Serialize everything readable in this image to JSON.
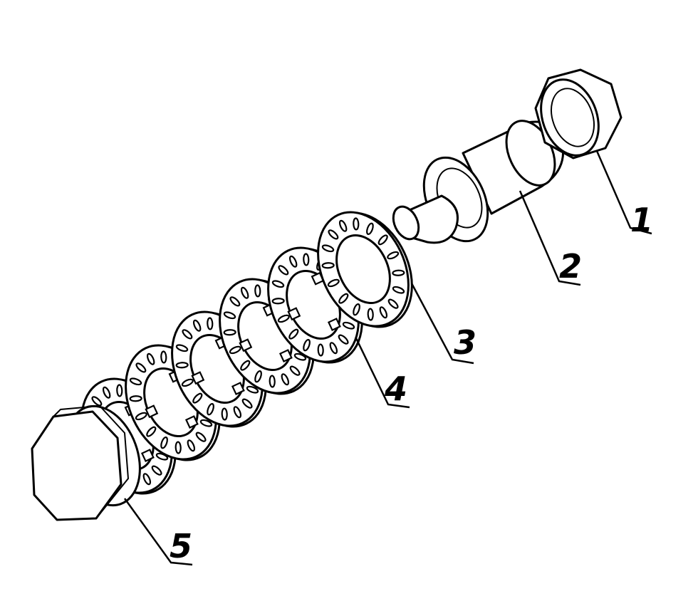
{
  "diagram": {
    "type": "exploded-assembly",
    "callouts": [
      {
        "number": "1",
        "part": "nut"
      },
      {
        "number": "2",
        "part": "shaft"
      },
      {
        "number": "3",
        "part": "washer"
      },
      {
        "number": "4",
        "part": "lock-washer"
      },
      {
        "number": "5",
        "part": "bolt"
      }
    ],
    "lock_washer_count": 5
  }
}
